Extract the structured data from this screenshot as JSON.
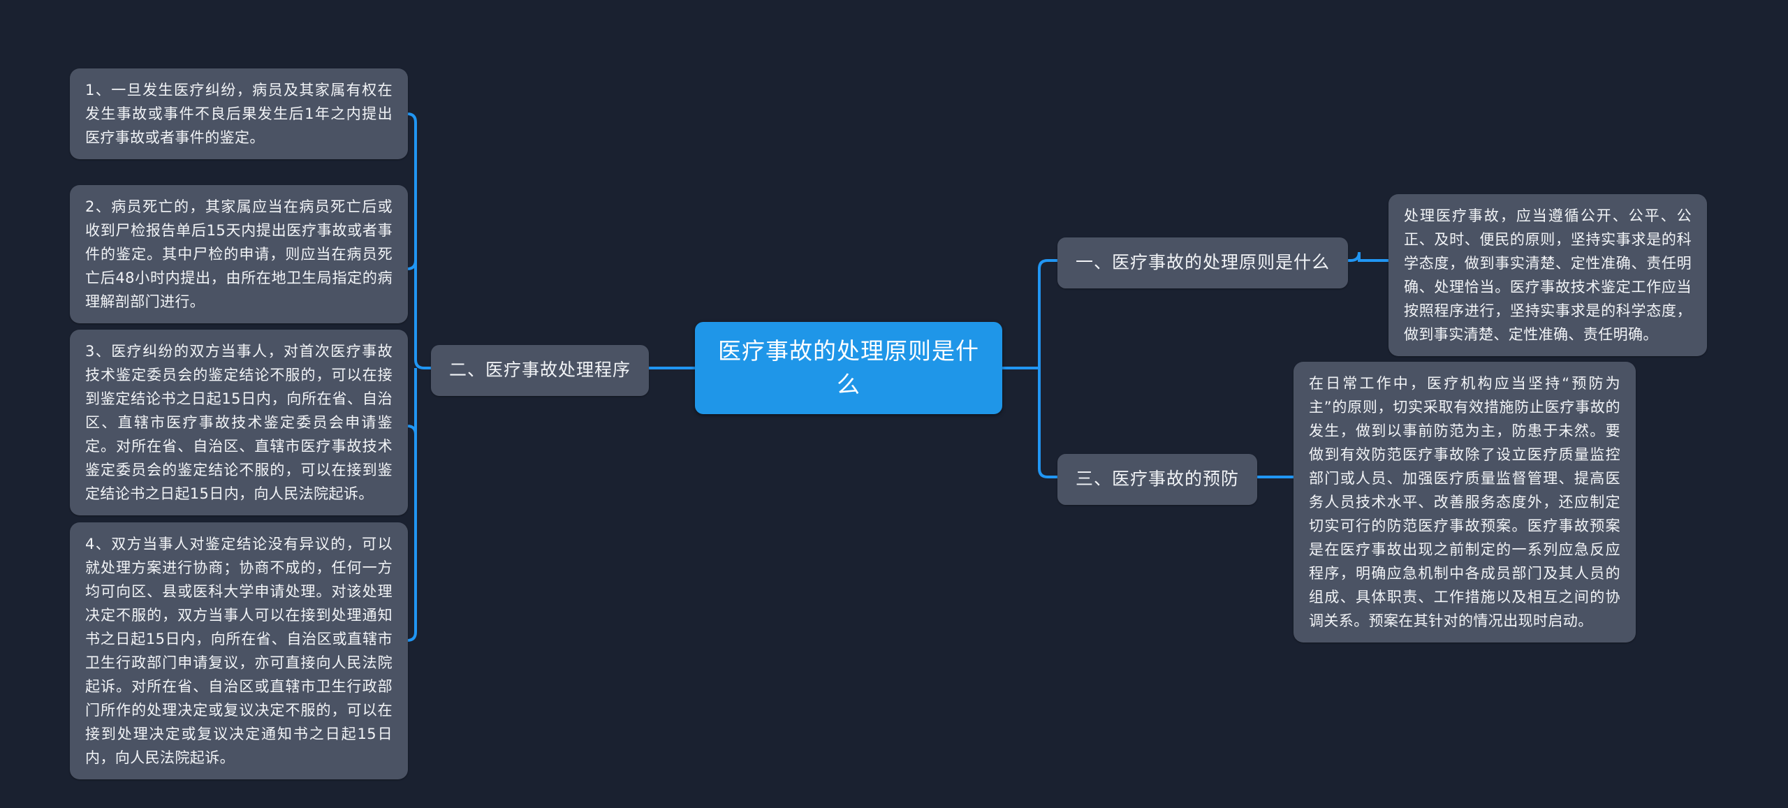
{
  "canvas": {
    "background_color": "#1a2130",
    "node_color": "#4b5364",
    "center_color": "#1f96e8",
    "link_color": "#2196f3",
    "text_color": "#f2f4f7"
  },
  "center": {
    "title": "医疗事故的处理原则是什么"
  },
  "branches": {
    "left": [
      {
        "label": "二、医疗事故处理程序"
      }
    ],
    "right": [
      {
        "label": "一、医疗事故的处理原则是什么"
      },
      {
        "label": "三、医疗事故的预防"
      }
    ]
  },
  "left_leaves": [
    {
      "text": "1、一旦发生医疗纠纷，病员及其家属有权在发生事故或事件不良后果发生后1年之内提出医疗事故或者事件的鉴定。"
    },
    {
      "text": "2、病员死亡的，其家属应当在病员死亡后或收到尸检报告单后15天内提出医疗事故或者事件的鉴定。其中尸检的申请，则应当在病员死亡后48小时内提出，由所在地卫生局指定的病理解剖部门进行。"
    },
    {
      "text": "3、医疗纠纷的双方当事人，对首次医疗事故技术鉴定委员会的鉴定结论不服的，可以在接到鉴定结论书之日起15日内，向所在省、自治区、直辖市医疗事故技术鉴定委员会申请鉴定。对所在省、自治区、直辖市医疗事故技术鉴定委员会的鉴定结论不服的，可以在接到鉴定结论书之日起15日内，向人民法院起诉。"
    },
    {
      "text": "4、双方当事人对鉴定结论没有异议的，可以就处理方案进行协商；协商不成的，任何一方均可向区、县或医科大学申请处理。对该处理决定不服的，双方当事人可以在接到处理通知书之日起15日内，向所在省、自治区或直辖市卫生行政部门申请复议，亦可直接向人民法院起诉。对所在省、自治区或直辖市卫生行政部门所作的处理决定或复议决定不服的，可以在接到处理决定或复议决定通知书之日起15日内，向人民法院起诉。"
    }
  ],
  "right_leaves": [
    {
      "text": "处理医疗事故，应当遵循公开、公平、公正、及时、便民的原则，坚持实事求是的科学态度，做到事实清楚、定性准确、责任明确、处理恰当。医疗事故技术鉴定工作应当按照程序进行，坚持实事求是的科学态度，做到事实清楚、定性准确、责任明确。"
    },
    {
      "text": "在日常工作中，医疗机构应当坚持“预防为主”的原则，切实采取有效措施防止医疗事故的发生，做到以事前防范为主，防患于未然。要做到有效防范医疗事故除了设立医疗质量监控部门或人员、加强医疗质量监督管理、提高医务人员技术水平、改善服务态度外，还应制定切实可行的防范医疗事故预案。医疗事故预案是在医疗事故出现之前制定的一系列应急反应程序，明确应急机制中各成员部门及其人员的组成、具体职责、工作措施以及相互之间的协调关系。预案在其针对的情况出现时启动。"
    }
  ]
}
